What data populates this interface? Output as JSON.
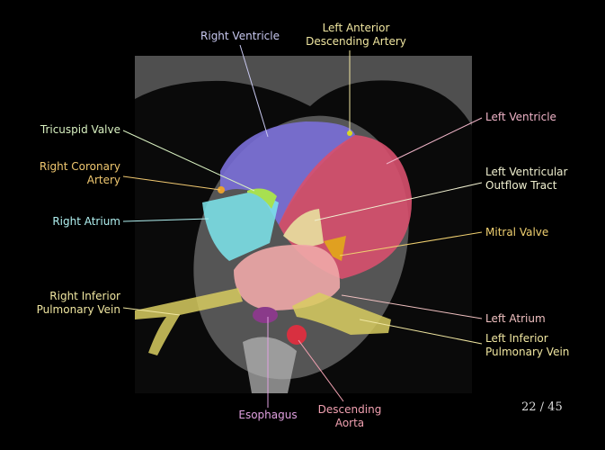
{
  "labels": {
    "right_ventricle": "Right Ventricle",
    "lad_1": "Left Anterior",
    "lad_2": "Descending Artery",
    "left_ventricle": "Left Ventricle",
    "tricuspid_valve": "Tricuspid Valve",
    "rca_1": "Right Coronary",
    "rca_2": "Artery",
    "right_atrium": "Right Atrium",
    "lvot_1": "Left Ventricular",
    "lvot_2": "Outflow Tract",
    "mitral_valve": "Mitral Valve",
    "ripv_1": "Right Inferior",
    "ripv_2": "Pulmonary Vein",
    "left_atrium": "Left Atrium",
    "lipv_1": "Left Inferior",
    "lipv_2": "Pulmonary Vein",
    "esophagus": "Esophagus",
    "aorta_1": "Descending",
    "aorta_2": "Aorta"
  },
  "pager": {
    "text": "22 / 45",
    "current": 22,
    "total": 45
  },
  "colors": {
    "right_ventricle": "#7a6fd8",
    "left_ventricle": "#d8506e",
    "right_atrium": "#7ee8ee",
    "tricuspid": "#a8e050",
    "lvot": "#e8e0a0",
    "mitral": "#e0a020",
    "left_atrium": "#f0a8a8",
    "pulm_vein": "#d8cc60",
    "esophagus": "#8a3a8a",
    "aorta": "#d83040"
  }
}
